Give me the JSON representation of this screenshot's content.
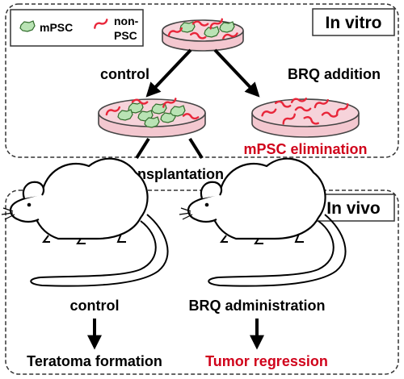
{
  "legend": {
    "mpsc_label": "mPSC",
    "nonpsc_label_line1": "non-",
    "nonpsc_label_line2": "PSC"
  },
  "in_vitro": {
    "section_label": "In vitro",
    "control_label": "control",
    "brq_label": "BRQ addition",
    "result_label": "mPSC elimination"
  },
  "transplantation_label": "Transplantation",
  "in_vivo": {
    "section_label": "In vivo",
    "control_label": "control",
    "brq_label": "BRQ administration",
    "control_outcome": "Teratoma formation",
    "brq_outcome": "Tumor regression"
  },
  "colors": {
    "highlight_red": "#d0021b",
    "dish_fill": "#f3c7cf",
    "cell_red": "#e8263a",
    "mpsc_green": "#b9e3b4",
    "mpsc_outline": "#2f6b2a",
    "arrow_black": "#000000",
    "arrow_gray": "#c8c8c8",
    "border": "#333333"
  }
}
